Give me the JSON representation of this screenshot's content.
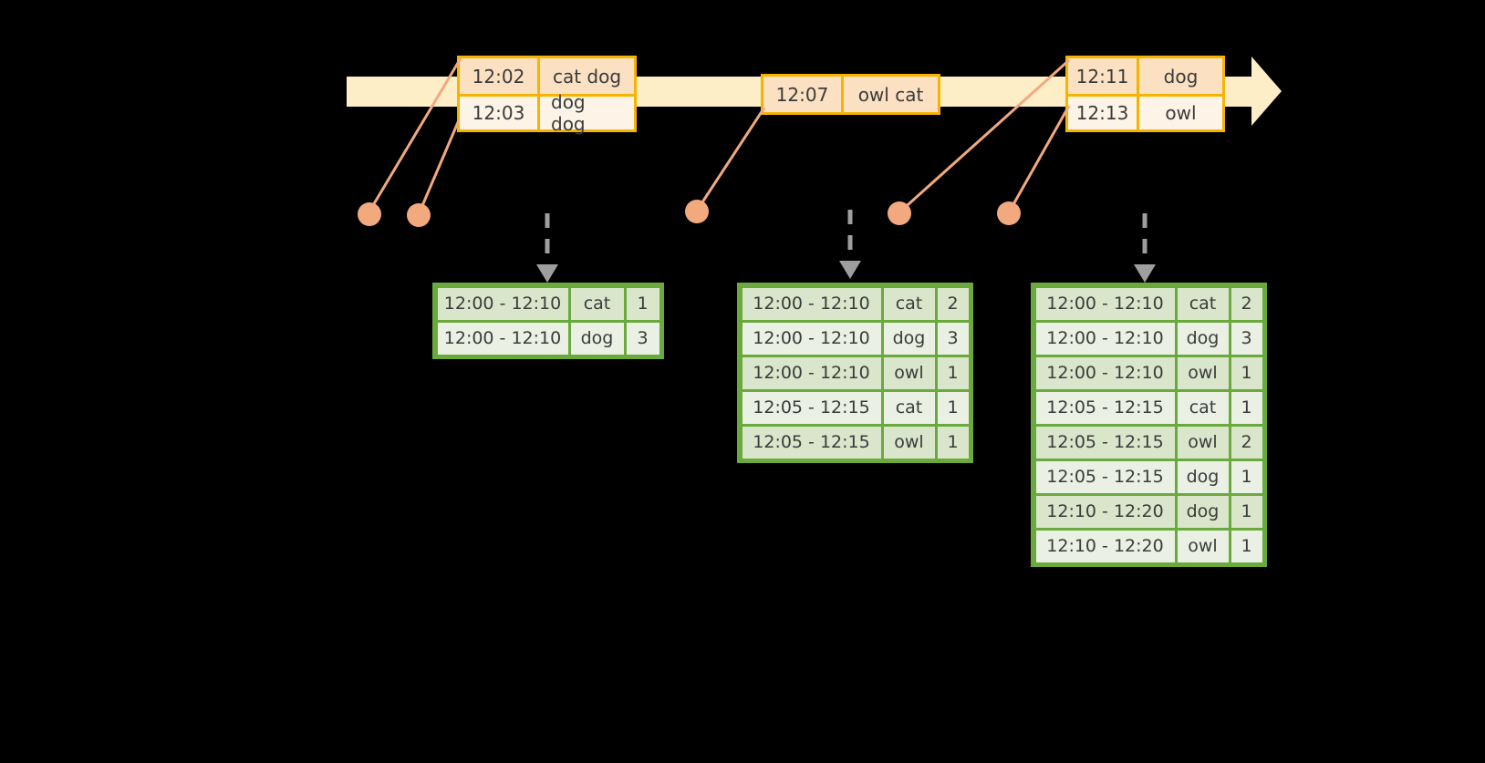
{
  "timeline": {
    "label": "event-stream-timeline",
    "bar_color": "#fdeec8",
    "border_color": "#f5b400",
    "events": [
      {
        "id": "event-box-0",
        "rows": [
          {
            "time": "12:02",
            "words": "cat dog"
          },
          {
            "time": "12:03",
            "words": "dog dog"
          }
        ]
      },
      {
        "id": "event-box-1",
        "rows": [
          {
            "time": "12:07",
            "words": "owl cat"
          }
        ]
      },
      {
        "id": "event-box-2",
        "rows": [
          {
            "time": "12:11",
            "words": "dog"
          },
          {
            "time": "12:13",
            "words": "owl"
          }
        ]
      }
    ]
  },
  "connectors": {
    "dot_color": "#f2a97e",
    "line_color": "#f2a97e",
    "arrow_color": "#9e9e9e"
  },
  "results": [
    {
      "id": "table-0",
      "border_color": "#6aaa3c",
      "rows": [
        {
          "window": "12:00 - 12:10",
          "word": "cat",
          "count": "1"
        },
        {
          "window": "12:00 - 12:10",
          "word": "dog",
          "count": "3"
        }
      ]
    },
    {
      "id": "table-1",
      "border_color": "#6aaa3c",
      "rows": [
        {
          "window": "12:00 - 12:10",
          "word": "cat",
          "count": "2"
        },
        {
          "window": "12:00 - 12:10",
          "word": "dog",
          "count": "3"
        },
        {
          "window": "12:00 - 12:10",
          "word": "owl",
          "count": "1"
        },
        {
          "window": "12:05 - 12:15",
          "word": "cat",
          "count": "1"
        },
        {
          "window": "12:05 - 12:15",
          "word": "owl",
          "count": "1"
        }
      ]
    },
    {
      "id": "table-2",
      "border_color": "#6aaa3c",
      "rows": [
        {
          "window": "12:00 - 12:10",
          "word": "cat",
          "count": "2"
        },
        {
          "window": "12:00 - 12:10",
          "word": "dog",
          "count": "3"
        },
        {
          "window": "12:00 - 12:10",
          "word": "owl",
          "count": "1"
        },
        {
          "window": "12:05 - 12:15",
          "word": "cat",
          "count": "1"
        },
        {
          "window": "12:05 - 12:15",
          "word": "owl",
          "count": "2"
        },
        {
          "window": "12:05 - 12:15",
          "word": "dog",
          "count": "1"
        },
        {
          "window": "12:10 - 12:20",
          "word": "dog",
          "count": "1"
        },
        {
          "window": "12:10 - 12:20",
          "word": "owl",
          "count": "1"
        }
      ]
    }
  ]
}
